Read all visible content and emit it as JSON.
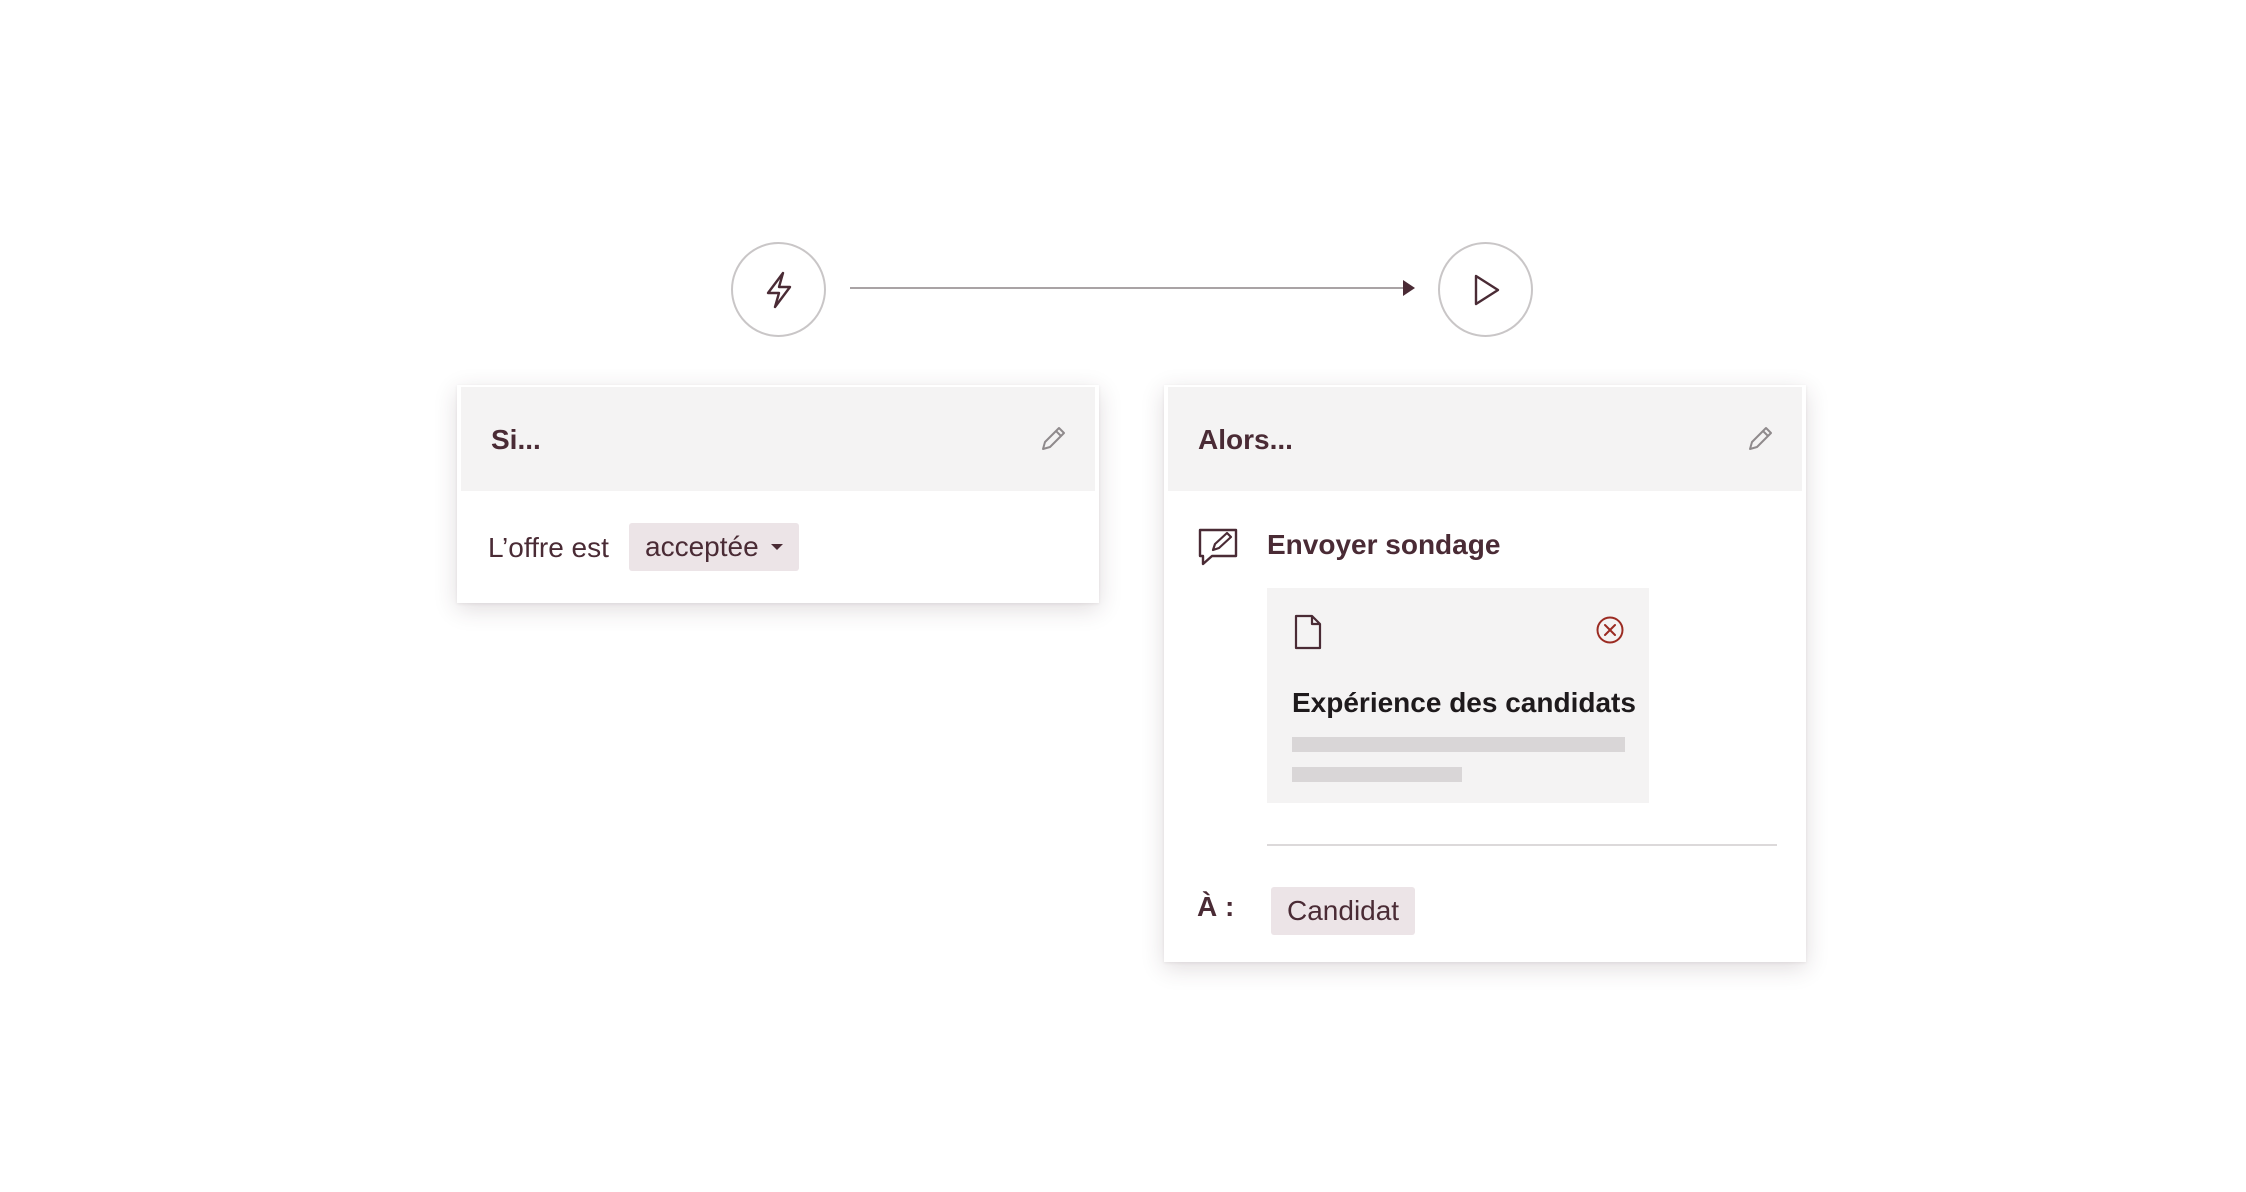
{
  "flow": {
    "trigger_icon": "lightning-bolt-icon",
    "action_icon": "play-icon",
    "connector_color": "#a9a3a5"
  },
  "if_card": {
    "title": "Si...",
    "edit_icon": "pencil-icon",
    "condition_label": "L’offre est",
    "condition_value": "acceptée",
    "condition_caret_icon": "caret-down-icon"
  },
  "then_card": {
    "title": "Alors...",
    "edit_icon": "pencil-icon",
    "action_icon": "survey-message-icon",
    "action_label": "Envoyer sondage",
    "survey": {
      "doc_icon": "document-icon",
      "remove_icon": "close-circle-icon",
      "name": "Expérience des candidats"
    },
    "to_label": "À :",
    "recipient": "Candidat"
  },
  "colors": {
    "text": "#4a2b35",
    "chip_bg": "#ece4e7",
    "header_bg": "#f4f3f3",
    "remove_icon": "#9b2b22"
  }
}
